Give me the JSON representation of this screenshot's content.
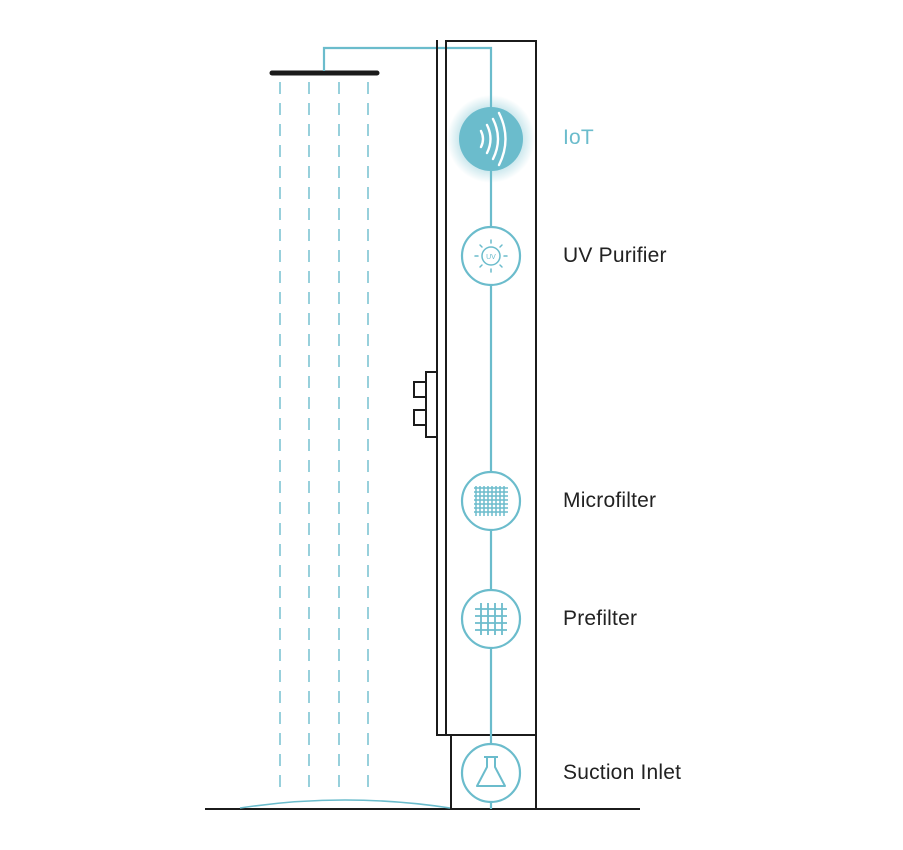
{
  "colors": {
    "accent": "#6bbccc",
    "accent_glow": "#9fd6e0",
    "line": "#1b1b1b",
    "text": "#222222",
    "background": "#ffffff"
  },
  "stages": [
    {
      "label": "IoT",
      "icon": "wireless-signal-icon",
      "highlighted": true
    },
    {
      "label": "UV Purifier",
      "icon": "uv-sun-icon",
      "highlighted": false
    },
    {
      "label": "Microfilter",
      "icon": "fine-mesh-icon",
      "highlighted": false
    },
    {
      "label": "Prefilter",
      "icon": "coarse-grid-icon",
      "highlighted": false
    },
    {
      "label": "Suction Inlet",
      "icon": "funnel-flask-icon",
      "highlighted": false
    }
  ],
  "uv_badge_text": "UV"
}
